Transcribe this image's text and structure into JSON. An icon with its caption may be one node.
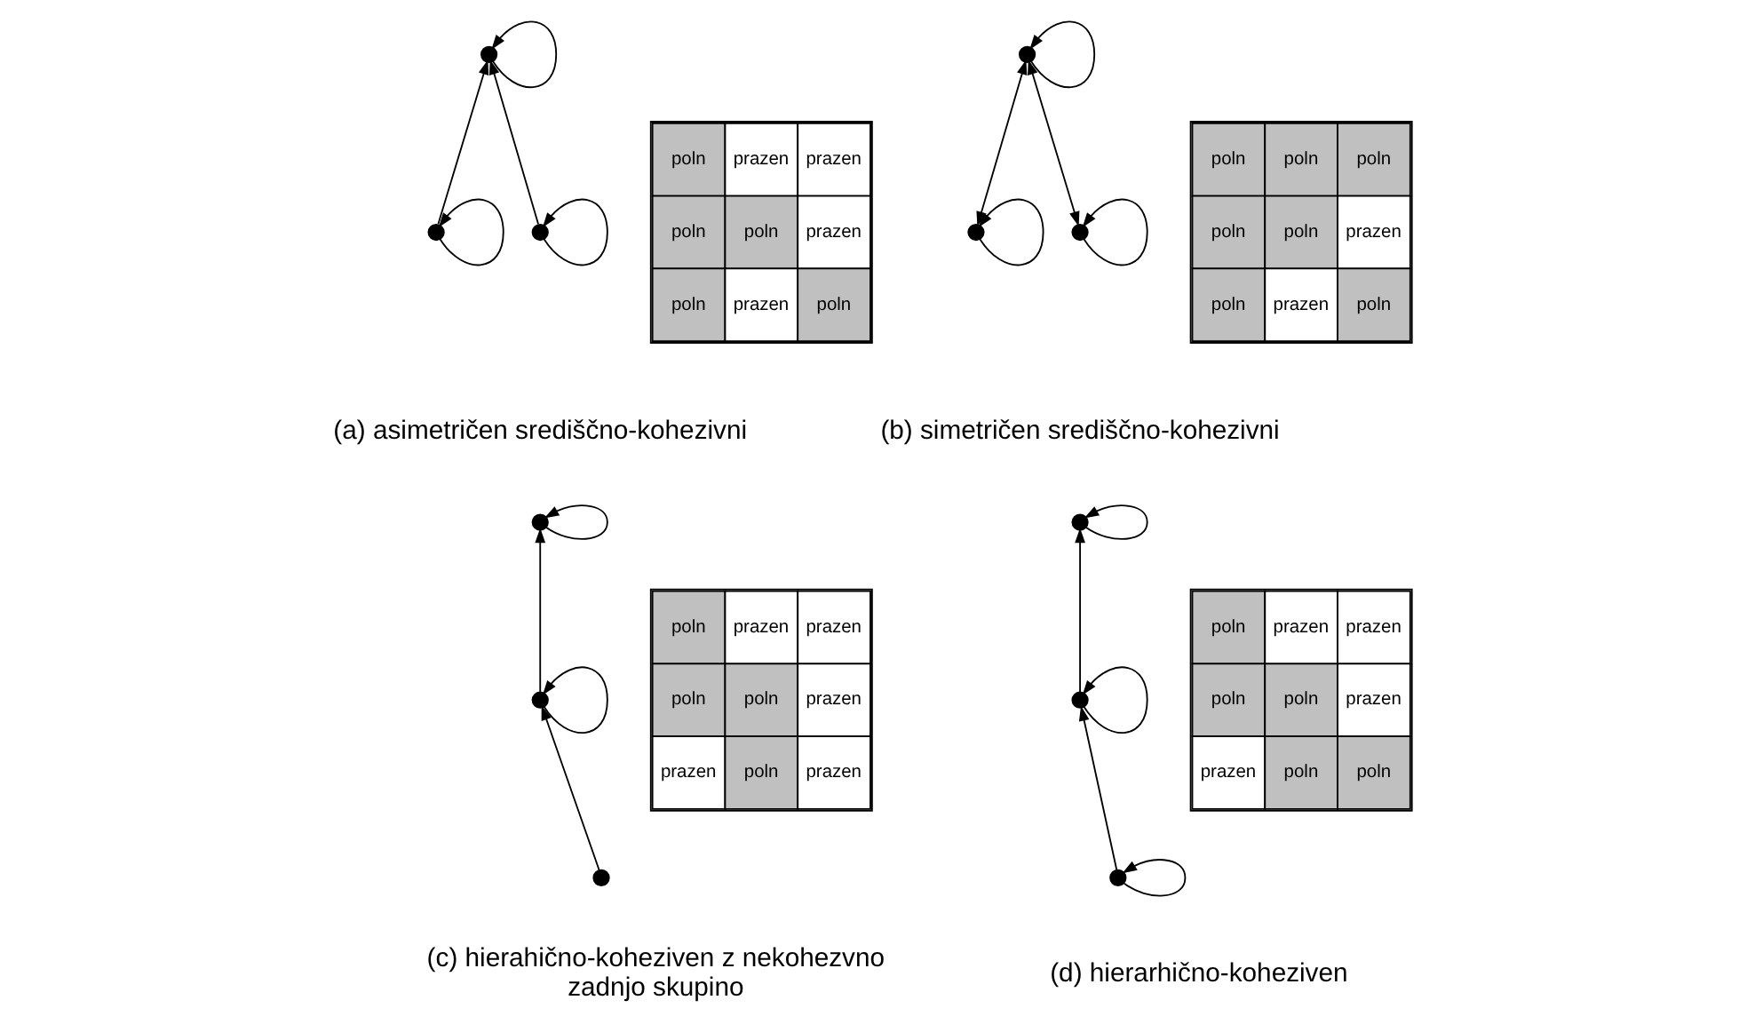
{
  "diagram": {
    "nodes": [
      {
        "text": [],
        "shape": "circle"
      },
      {
        "text": [],
        "shape": "circle"
      },
      {
        "text": [],
        "shape": "circle"
      },
      {
        "text": [],
        "shape": "circle"
      },
      {
        "text": [],
        "shape": "circle"
      },
      {
        "text": [],
        "shape": "circle"
      },
      {
        "text": [],
        "shape": "circle"
      },
      {
        "text": [],
        "shape": "circle"
      },
      {
        "text": [],
        "shape": "circle"
      },
      {
        "text": [],
        "shape": "circle"
      },
      {
        "text": [],
        "shape": "circle"
      },
      {
        "text": [],
        "shape": "circle"
      }
    ],
    "edges": [
      {
        "from": 0,
        "to": 0,
        "arrow": "to"
      },
      {
        "from": 1,
        "to": 1,
        "arrow": "to"
      },
      {
        "from": 2,
        "to": 2,
        "arrow": "to"
      },
      {
        "from": 1,
        "to": 0,
        "arrow": "to"
      },
      {
        "from": 2,
        "to": 0,
        "arrow": "to"
      },
      {
        "from": 3,
        "to": 3,
        "arrow": "to"
      },
      {
        "from": 4,
        "to": 4,
        "arrow": "to"
      },
      {
        "from": 5,
        "to": 5,
        "arrow": "to"
      },
      {
        "from": 4,
        "to": 3,
        "arrow": "both"
      },
      {
        "from": 5,
        "to": 3,
        "arrow": "both"
      },
      {
        "from": 6,
        "to": 6,
        "arrow": "to"
      },
      {
        "from": 7,
        "to": 7,
        "arrow": "to"
      },
      {
        "from": 8,
        "to": 7,
        "arrow": "to"
      },
      {
        "from": 7,
        "to": 6,
        "arrow": "to"
      },
      {
        "from": 9,
        "to": 9,
        "arrow": "to"
      },
      {
        "from": 10,
        "to": 10,
        "arrow": "to"
      },
      {
        "from": 11,
        "to": 11,
        "arrow": "to"
      },
      {
        "from": 11,
        "to": 10,
        "arrow": "to"
      },
      {
        "from": 10,
        "to": 9,
        "arrow": "to"
      }
    ],
    "labels": [
      "poln",
      "prazen",
      "prazen",
      "poln",
      "poln",
      "prazen",
      "poln",
      "prazen",
      "poln",
      "(a) asimetričen središčno-kohezivni",
      "poln",
      "poln",
      "poln",
      "poln",
      "poln",
      "prazen",
      "poln",
      "prazen",
      "poln",
      "(b) simetričen središčno-kohezivni",
      "poln",
      "prazen",
      "prazen",
      "poln",
      "poln",
      "prazen",
      "prazen",
      "poln",
      "prazen",
      "(c) hierahično-koheziven z nekohezvno zadnjo skupino",
      "poln",
      "prazen",
      "prazen",
      "poln",
      "poln",
      "prazen",
      "prazen",
      "poln",
      "poln",
      "(d) hierarhično-koheziven"
    ]
  }
}
